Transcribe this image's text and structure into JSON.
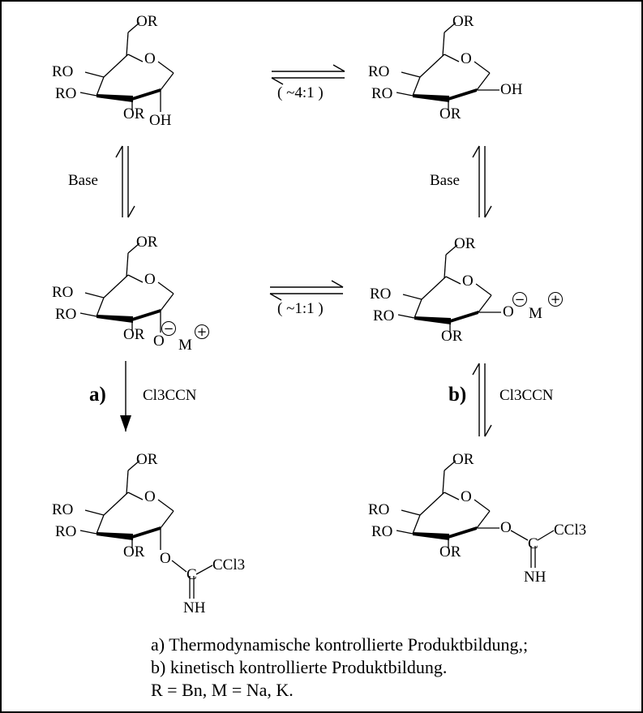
{
  "labels": {
    "or": "OR",
    "ro": "RO",
    "ring_o": "O",
    "oh": "OH",
    "o": "O",
    "m": "M",
    "c": "C",
    "ccl3": "CCl3",
    "nh": "NH",
    "minus": "−",
    "plus": "+"
  },
  "conditions": {
    "ratio_top": "( ~4:1 )",
    "ratio_mid": "( ~1:1 )",
    "base": "Base",
    "reagent": "Cl3CCN",
    "step_a": "a)",
    "step_b": "b)"
  },
  "legend": {
    "line_a": "a) Thermodynamische kontrollierte Produktbildung,;",
    "line_b": "b) kinetisch kontrollierte Produktbildung.",
    "line_r": "R = Bn, M = Na, K."
  }
}
